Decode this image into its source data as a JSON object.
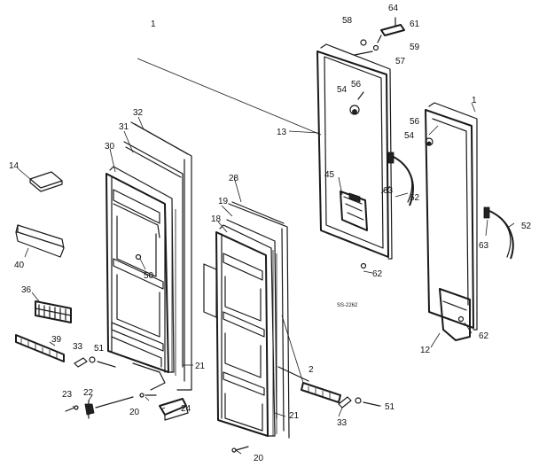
{
  "figure_mark": "1",
  "drawing_code": "SS-2262",
  "callouts": {
    "n1a": "1",
    "n2": "2",
    "n12": "12",
    "n13": "13",
    "n14": "14",
    "n18": "18",
    "n19": "19",
    "n20a": "20",
    "n20b": "20",
    "n21a": "21",
    "n21b": "21",
    "n22": "22",
    "n23": "23",
    "n24": "24",
    "n28": "28",
    "n30": "30",
    "n31": "31",
    "n32": "32",
    "n33a": "33",
    "n33b": "33",
    "n36": "36",
    "n39": "39",
    "n40": "40",
    "n45": "45",
    "n50": "50",
    "n51a": "51",
    "n51b": "51",
    "n52a": "52",
    "n52b": "52",
    "n54a": "54",
    "n54b": "54",
    "n56a": "56",
    "n56b": "56",
    "n57": "57",
    "n58": "58",
    "n59": "59",
    "n61": "61",
    "n62a": "62",
    "n62b": "62",
    "n63a": "63",
    "n63b": "63",
    "n64": "64"
  }
}
